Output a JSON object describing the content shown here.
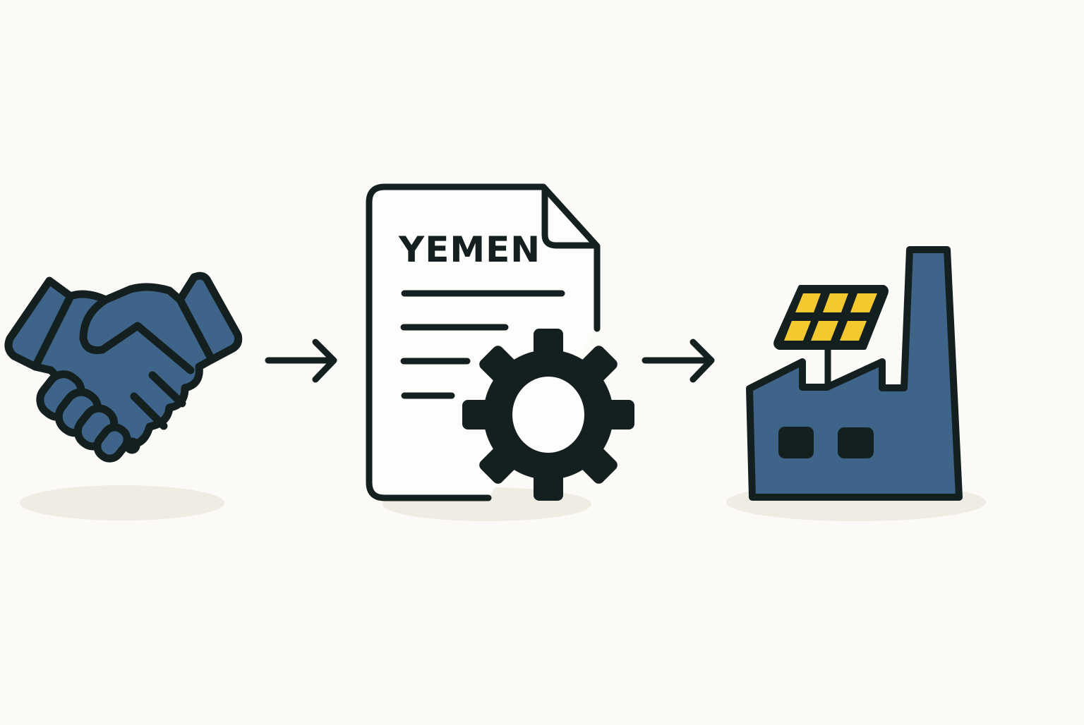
{
  "diagram": {
    "type": "process-flow",
    "direction": "left-to-right",
    "colors": {
      "background": "#fbfaf7",
      "outline": "#14201f",
      "primary_blue": "#3e6589",
      "solar_yellow": "#f4c92f",
      "shadow": "#eeece3",
      "paper": "#fdfdfb"
    },
    "steps": [
      {
        "id": "agreement",
        "icon": "handshake-icon"
      },
      {
        "id": "document",
        "icon": "document-gear-icon",
        "text": "YEMEN"
      },
      {
        "id": "factory",
        "icon": "solar-factory-icon"
      }
    ],
    "connectors": [
      {
        "from": "agreement",
        "to": "document",
        "icon": "arrow-right-icon"
      },
      {
        "from": "document",
        "to": "factory",
        "icon": "arrow-right-icon"
      }
    ]
  }
}
